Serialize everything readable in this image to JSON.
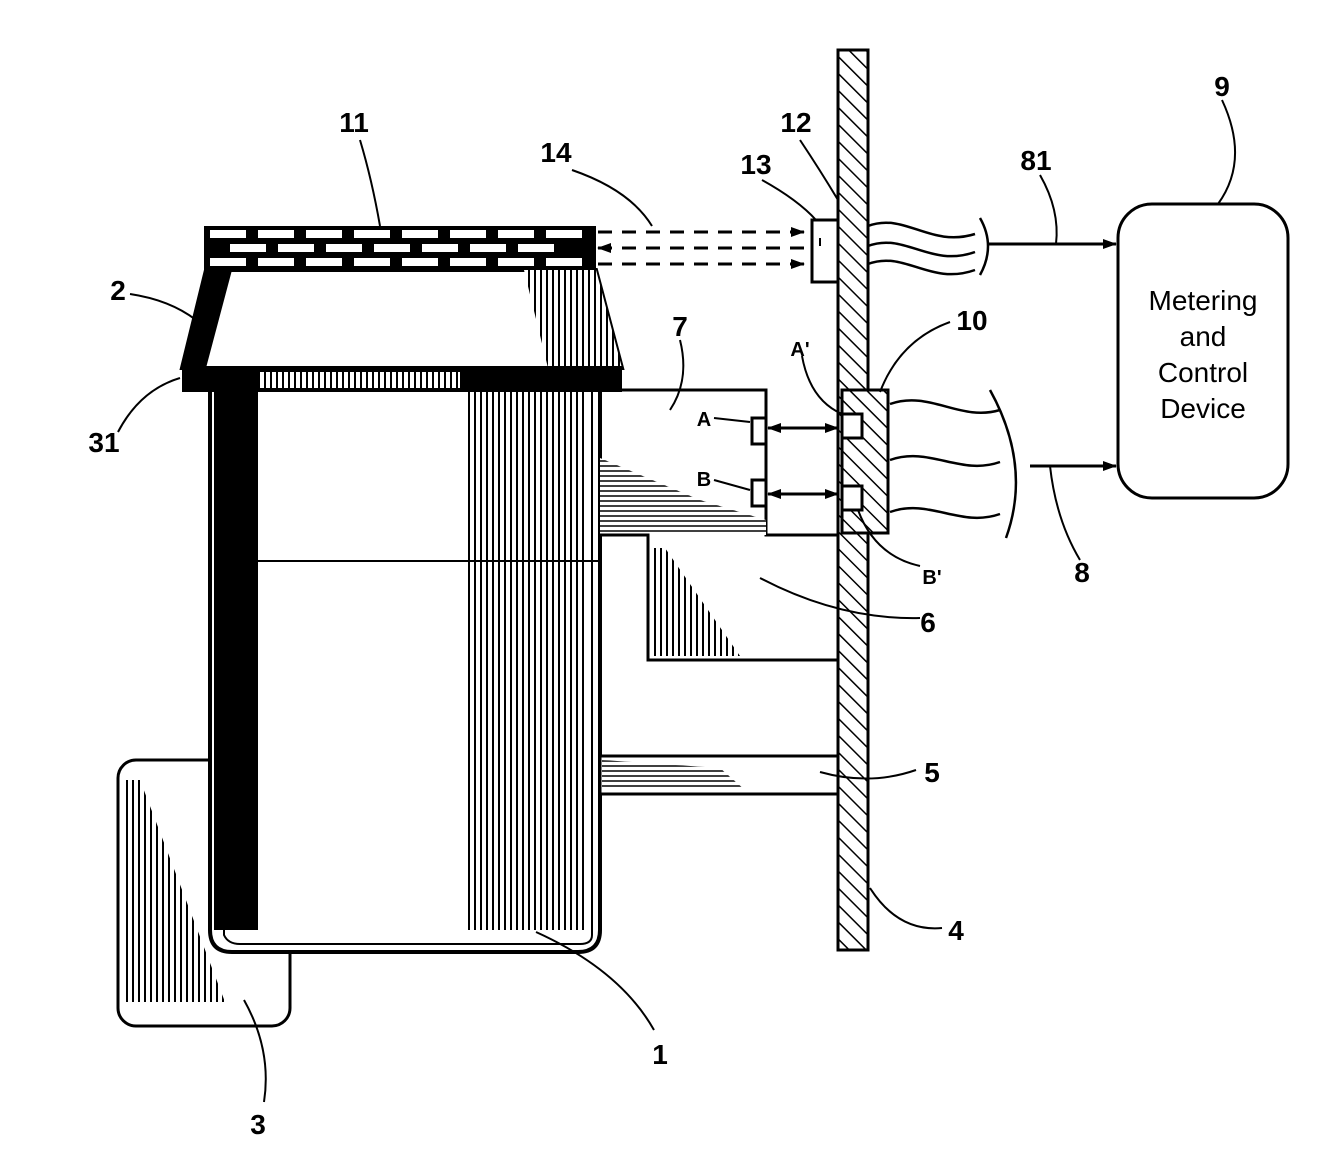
{
  "labels": {
    "ref_1": "1",
    "ref_2": "2",
    "ref_3": "3",
    "ref_4": "4",
    "ref_5": "5",
    "ref_6": "6",
    "ref_7": "7",
    "ref_8": "8",
    "ref_9": "9",
    "ref_10": "10",
    "ref_11": "11",
    "ref_12": "12",
    "ref_13": "13",
    "ref_14": "14",
    "ref_31": "31",
    "ref_81": "81",
    "contact_a": "A",
    "contact_b": "B",
    "contact_a_prime": "A'",
    "contact_b_prime": "B'"
  },
  "device": {
    "line1": "Metering",
    "line2": "and",
    "line3": "Control",
    "line4": "Device"
  }
}
